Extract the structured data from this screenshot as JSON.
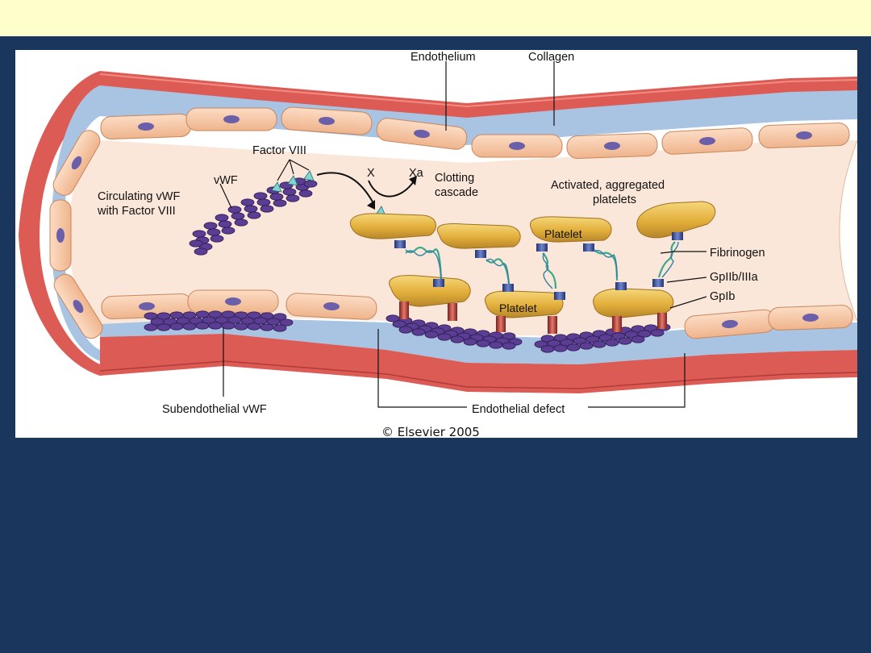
{
  "colors": {
    "slide_background": "#1a365c",
    "top_band": "#ffffcc",
    "vessel_wall_outer": "#d9534f",
    "collagen_layer": "#a8c4e0",
    "endothelial_cell": "#f7c9a8",
    "nucleus": "#6a5fa8",
    "lumen": "#fbe6d8",
    "platelet": "#e6b845",
    "vwf_strand": "#5a3c8c",
    "fibrinogen": "#3aa88a",
    "receptor_gp2b3a": "#3a4a8c",
    "receptor_gp1b": "#b03030",
    "factor_viii": "#6fd0c8"
  },
  "labels": {
    "endothelium": "Endothelium",
    "collagen": "Collagen",
    "factor_viii": "Factor VIII",
    "vwf": "vWF",
    "circulating_line1": "Circulating vWF",
    "circulating_line2": "with Factor VIII",
    "x": "X",
    "xa": "Xa",
    "clotting_line1": "Clotting",
    "clotting_line2": "cascade",
    "activated_line1": "Activated, aggregated",
    "activated_line2": "platelets",
    "platelet_top": "Platelet",
    "platelet_mid": "Platelet",
    "fibrinogen": "Fibrinogen",
    "gp2b3a": "GpIIb/IIIa",
    "gp1b": "GpIb",
    "subendothelial_vwf": "Subendothelial vWF",
    "endothelial_defect": "Endothelial defect",
    "copyright": "© Elsevier 2005"
  }
}
